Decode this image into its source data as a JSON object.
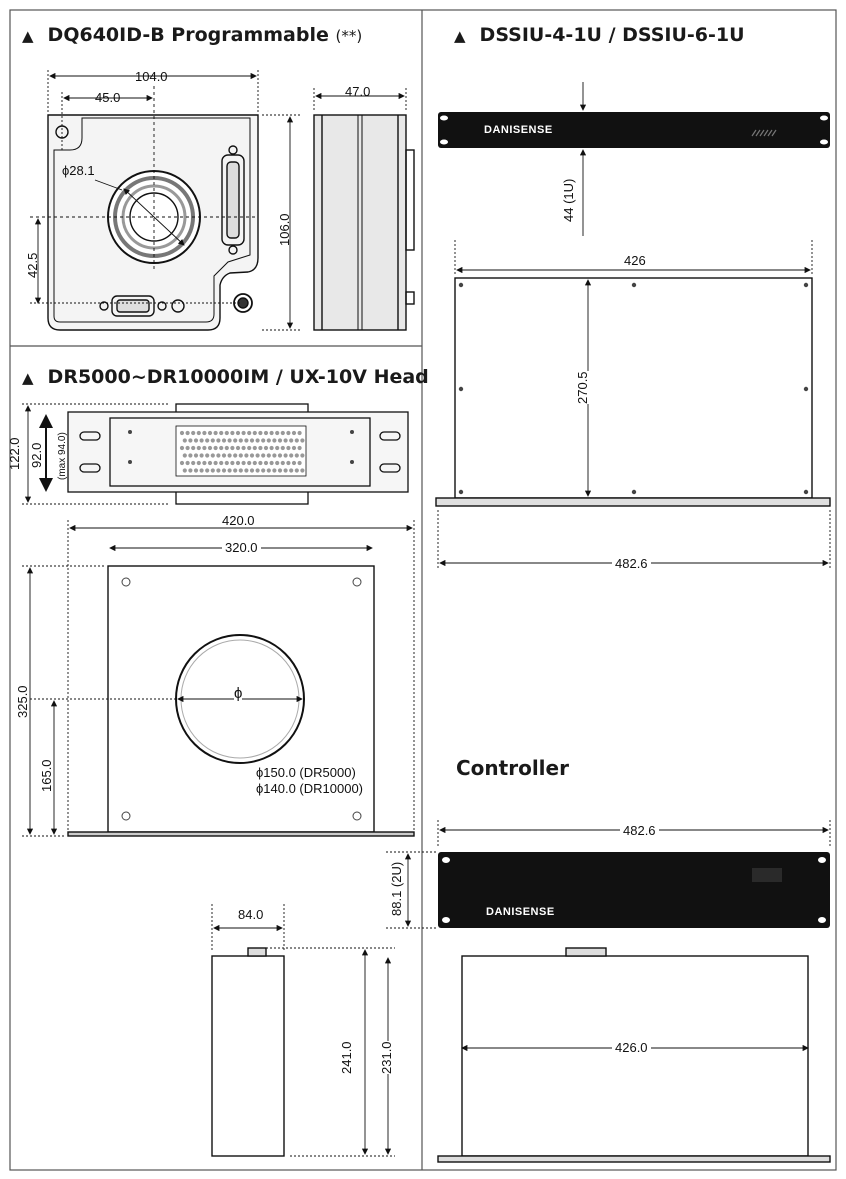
{
  "sections": {
    "dq640": {
      "marker": "▲",
      "title": "DQ640ID-B Programmable",
      "note": "(**)"
    },
    "dssiu": {
      "marker": "▲",
      "title": "DSSIU-4-1U / DSSIU-6-1U"
    },
    "dr5000": {
      "marker": "▲",
      "title": "DR5000~DR10000IM / UX-10V  Head"
    },
    "controller": {
      "title": "Controller"
    }
  },
  "dq640": {
    "width": "104.0",
    "offset": "45.0",
    "depth": "47.0",
    "diameter": "ϕ28.1",
    "height": "106.0",
    "vertical_offset": "42.5"
  },
  "dssiu": {
    "brand": "DANISENSE",
    "unit_height": "44 (1U)",
    "inner_width": "426",
    "depth": "270.5",
    "rack_width": "482.6"
  },
  "dr5000": {
    "outer_height": "122.0",
    "inner_height": "92.0",
    "max_note": "(max 94.0)",
    "width_outer": "420.0",
    "width_inner": "320.0",
    "height": "325.0",
    "center_height": "165.0",
    "phi": "ϕ",
    "aperture_dr5000": "ϕ150.0 (DR5000)",
    "aperture_dr10000": "ϕ140.0 (DR10000)"
  },
  "controller": {
    "brand": "DANISENSE",
    "rack_width": "482.6",
    "unit_height": "88.1 (2U)",
    "side_width": "84.0",
    "depth_outer": "241.0",
    "depth_inner": "231.0",
    "inner_width": "426.0"
  },
  "colors": {
    "ink": "#111111",
    "panel": "#111111",
    "grid_line": "#555555",
    "face": "#f2f2f2"
  }
}
